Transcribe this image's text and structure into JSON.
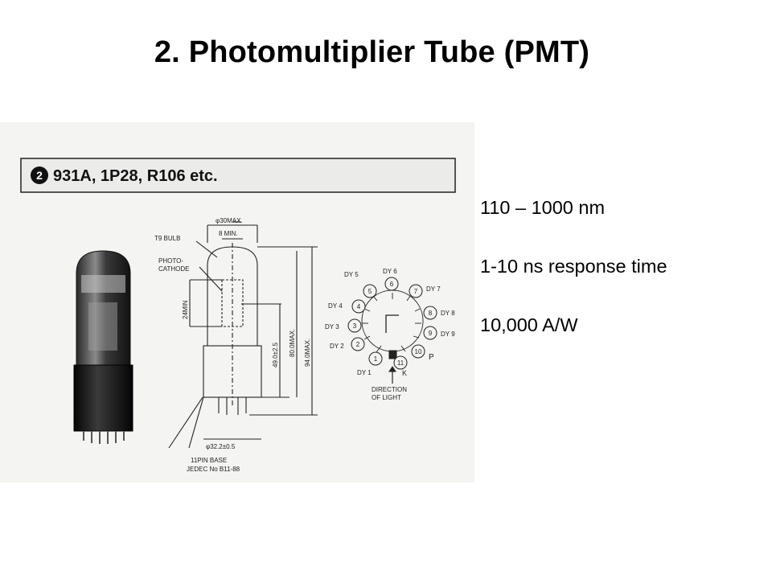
{
  "slide": {
    "title": "2.  Photomultiplier Tube (PMT)"
  },
  "figure": {
    "header_number": "2",
    "header_text": "931A, 1P28, R106 etc.",
    "tube_labels": {
      "bulb": "T9 BULB",
      "photocathode_line1": "PHOTO-",
      "photocathode_line2": "CATHODE",
      "dia_top": "φ30MAX.",
      "min_width": "8 MIN.",
      "cathode_height": "24MIN",
      "length_1": "49.0±2.5",
      "length_2": "80.0MAX.",
      "length_3": "94.0MAX.",
      "dia_base": "φ32.2±0.5",
      "base_line1": "11PIN BASE",
      "base_line2": "JEDEC No B11-88"
    },
    "pins": [
      "1",
      "2",
      "3",
      "4",
      "5",
      "6",
      "7",
      "8",
      "9",
      "10",
      "11"
    ],
    "dynode_labels": {
      "dy1": "DY 1",
      "dy2": "DY 2",
      "dy3": "DY 3",
      "dy4": "DY 4",
      "dy5": "DY 5",
      "dy6": "DY 6",
      "dy7": "DY 7",
      "dy8": "DY 8",
      "dy9": "DY 9",
      "p": "P",
      "k": "K"
    },
    "light_line1": "DIRECTION",
    "light_line2": "OF LIGHT"
  },
  "specs": [
    "110 – 1000 nm",
    "1-10 ns response time",
    "10,000 A/W"
  ]
}
